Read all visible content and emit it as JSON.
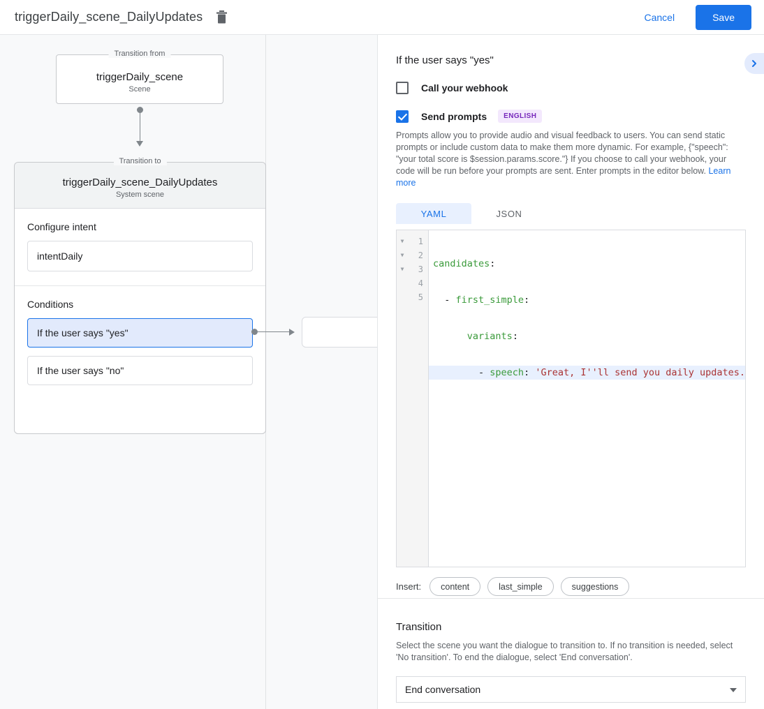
{
  "header": {
    "title": "triggerDaily_scene_DailyUpdates",
    "delete_icon": "trash-icon",
    "cancel_label": "Cancel",
    "save_label": "Save",
    "accent_color": "#1a73e8"
  },
  "canvas": {
    "from_node": {
      "legend": "Transition from",
      "title": "triggerDaily_scene",
      "subtitle": "Scene"
    },
    "to_node": {
      "legend": "Transition to",
      "title": "triggerDaily_scene_DailyUpdates",
      "subtitle": "System scene"
    },
    "intent_section": {
      "label": "Configure intent",
      "value": "intentDaily"
    },
    "conditions_section": {
      "label": "Conditions",
      "items": [
        {
          "label": "If the user says \"yes\"",
          "selected": true
        },
        {
          "label": "If the user says \"no\"",
          "selected": false
        }
      ]
    }
  },
  "panel": {
    "title": "If the user says \"yes\"",
    "collapse_icon": "chevron-right-icon",
    "webhook": {
      "label": "Call your webhook",
      "checked": false
    },
    "prompts": {
      "label": "Send prompts",
      "checked": true,
      "language_badge": "ENGLISH",
      "badge_bg": "#f3e8fd",
      "badge_fg": "#7627bb",
      "help_text": "Prompts allow you to provide audio and visual feedback to users. You can send static prompts or include custom data to make them more dynamic. For example, {\"speech\": \"your total score is $session.params.score.\"} If you choose to call your webhook, your code will be run before your prompts are sent. Enter prompts in the editor below. ",
      "help_link": "Learn more"
    },
    "editor": {
      "tabs": [
        {
          "label": "YAML",
          "active": true
        },
        {
          "label": "JSON",
          "active": false
        }
      ],
      "line_numbers": [
        "1",
        "2",
        "3",
        "4",
        "5"
      ],
      "folds": [
        true,
        true,
        true,
        false,
        false
      ],
      "lines": [
        {
          "indent": "",
          "key": "candidates",
          "punct": ":",
          "string": "",
          "highlight": false
        },
        {
          "indent": "  - ",
          "key": "first_simple",
          "punct": ":",
          "string": "",
          "highlight": false
        },
        {
          "indent": "      ",
          "key": "variants",
          "punct": ":",
          "string": "",
          "highlight": false
        },
        {
          "indent": "        - ",
          "key": "speech",
          "punct": ": ",
          "string": "'Great, I''ll send you daily updates.",
          "highlight": true
        },
        {
          "indent": "",
          "key": "",
          "punct": "",
          "string": "",
          "highlight": false
        }
      ]
    },
    "insert": {
      "label": "Insert:",
      "chips": [
        "content",
        "last_simple",
        "suggestions"
      ]
    },
    "transition": {
      "title": "Transition",
      "description": "Select the scene you want the dialogue to transition to. If no transition is needed, select 'No transition'. To end the dialogue, select 'End conversation'.",
      "selected_value": "End conversation"
    }
  }
}
